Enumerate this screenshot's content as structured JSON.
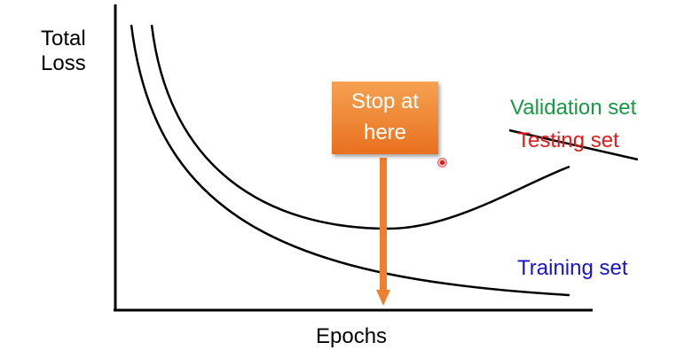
{
  "axes": {
    "ylabel_line1": "Total",
    "ylabel_line2": "Loss",
    "xlabel": "Epochs"
  },
  "annotation": {
    "stop_line1": "Stop at",
    "stop_line2": "here"
  },
  "curves": {
    "validation_label": "Validation set",
    "testing_label": "Testing set",
    "training_label": "Training set"
  },
  "colors": {
    "validation": "#169a42",
    "testing": "#e31b1b",
    "training": "#1a14c9",
    "stop_box": "#ee7f2d",
    "arrow": "#ee7f2d"
  }
}
